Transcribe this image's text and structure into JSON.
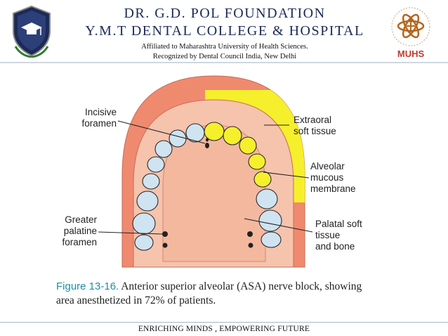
{
  "header": {
    "title_line1": "DR. G.D. POL FOUNDATION",
    "title_line2": "Y.M.T DENTAL COLLEGE & HOSPITAL",
    "affiliation": "Affiliated to Maharashtra University of Health Sciences.",
    "recognition": "Recognized by Dental Council India, New Delhi",
    "right_logo_text": "MUHS"
  },
  "figure": {
    "labels": {
      "incisive_foramen": "Incisive\nforamen",
      "greater_palatine_foramen": "Greater\npalatine\nforamen",
      "extraoral_soft_tissue": "Extraoral\nsoft tissue",
      "alveolar_mucous_membrane": "Alveolar\nmucous\nmembrane",
      "palatal_soft_tissue": "Palatal soft\ntissue\nand bone"
    },
    "caption_label": "Figure 13-16.",
    "caption_text": " Anterior superior alveolar (ASA) nerve block, showing area anesthetized in 72% of patients.",
    "colors": {
      "outer_tissue": "#ef8a6f",
      "palate": "#f6c3ad",
      "anesthetized": "#f6ef2b",
      "teeth": "#cfe3f1",
      "tooth_outline": "#2a2a2a"
    }
  },
  "footer": {
    "tagline": "ENRICHING MINDS , EMPOWERING FUTURE"
  }
}
